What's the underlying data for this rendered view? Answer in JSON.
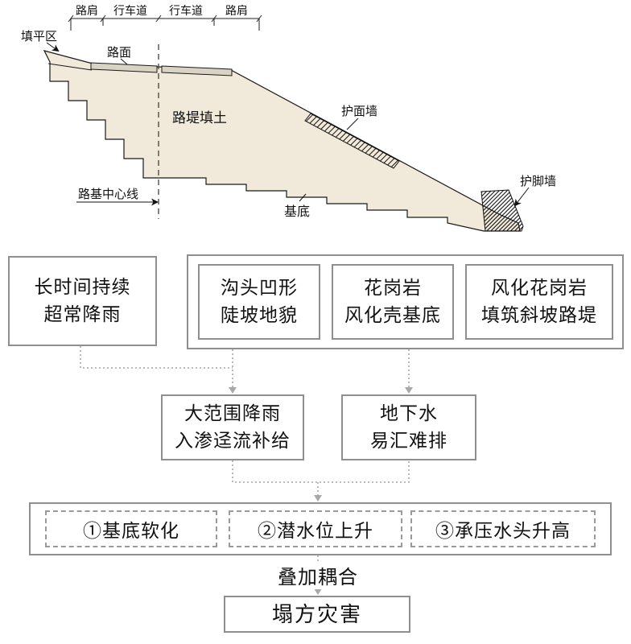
{
  "cross_section": {
    "dimension_labels": [
      "路肩",
      "行车道",
      "行车道",
      "路肩"
    ],
    "labels": {
      "fill_flat_area": "填平区",
      "road_surface": "路面",
      "embankment_fill": "路堤填土",
      "face_protection_wall": "护面墙",
      "toe_protection_wall": "护脚墙",
      "subgrade_centerline": "路基中心线",
      "foundation_base": "基底"
    }
  },
  "flowchart": {
    "cause_rainfall": "长时间持续\n超常降雨",
    "condition_boxes": [
      "沟头凹形\n陡坡地貌",
      "花岗岩\n风化壳基底",
      "风化花岗岩\n填筑斜坡路堤"
    ],
    "process_boxes": [
      "大范围降雨\n入渗迳流补给",
      "地下水\n易汇难排"
    ],
    "effect_boxes": [
      "①基底软化",
      "②潜水位上升",
      "③承压水头升高"
    ],
    "coupling_label": "叠加耦合",
    "result": "塌方灾害"
  },
  "colors": {
    "embankment_fill": "#f1e9da",
    "pavement_fill": "#d9d3c4",
    "box_border": "#8f8f8f",
    "arrow": "#a8a8a8"
  }
}
